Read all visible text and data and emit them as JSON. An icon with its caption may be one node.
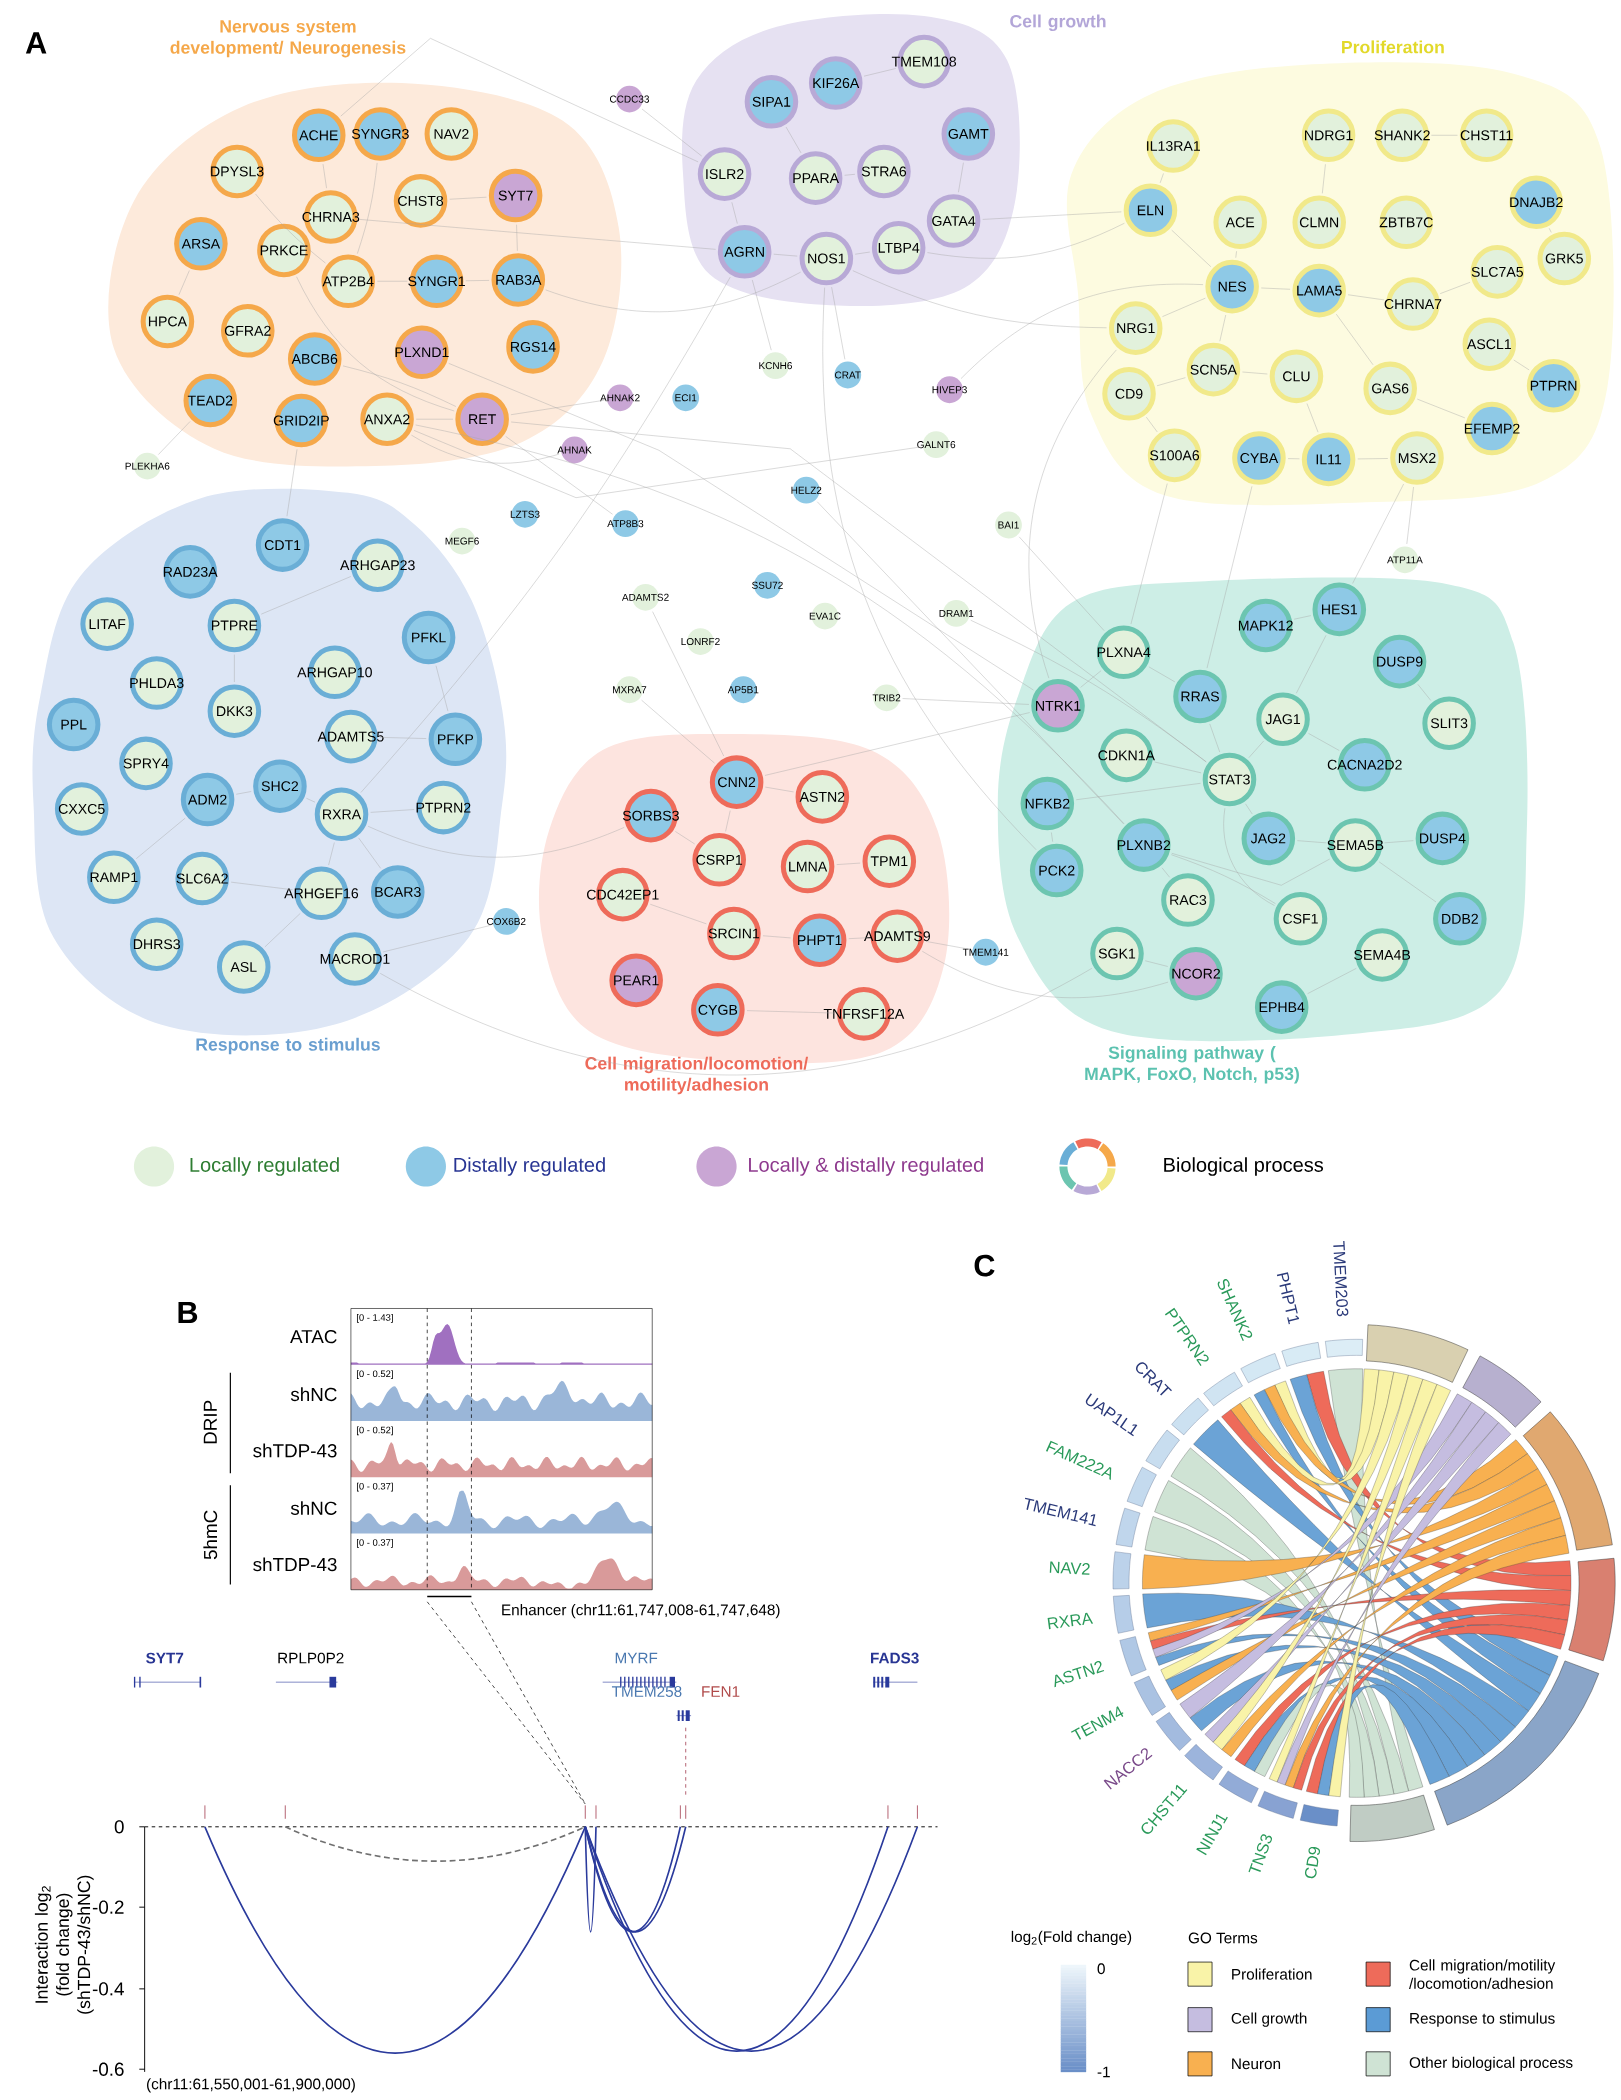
{
  "diagram": {
    "nodes": [
      {
        "text": [
          "Nervous system development/ Neurogenesis"
        ]
      },
      {
        "text": [
          "ACHE"
        ],
        "in": 0
      },
      {
        "text": [
          "SYNGR3"
        ],
        "in": 0
      },
      {
        "text": [
          "NAV2"
        ],
        "in": 0
      },
      {
        "text": [
          "DPYSL3"
        ],
        "in": 0
      },
      {
        "text": [
          "CHST8"
        ],
        "in": 0
      },
      {
        "text": [
          "SYT7"
        ],
        "in": 0
      },
      {
        "text": [
          "CHRNA3"
        ],
        "in": 0
      },
      {
        "text": [
          "ARSA"
        ],
        "in": 0
      },
      {
        "text": [
          "PRKCE"
        ],
        "in": 0
      },
      {
        "text": [
          "ATP2B4"
        ],
        "in": 0
      },
      {
        "text": [
          "SYNGR1"
        ],
        "in": 0
      },
      {
        "text": [
          "RAB3A"
        ],
        "in": 0
      },
      {
        "text": [
          "HPCA"
        ],
        "in": 0
      },
      {
        "text": [
          "GFRA2"
        ],
        "in": 0
      },
      {
        "text": [
          "ABCB6"
        ],
        "in": 0
      },
      {
        "text": [
          "PLXND1"
        ],
        "in": 0
      },
      {
        "text": [
          "RGS14"
        ],
        "in": 0
      },
      {
        "text": [
          "TEAD2"
        ],
        "in": 0
      },
      {
        "text": [
          "GRID2IP"
        ],
        "in": 0
      },
      {
        "text": [
          "ANXA2"
        ],
        "in": 0
      },
      {
        "text": [
          "RET"
        ],
        "in": 0
      },
      {
        "text": [
          "Cell growth"
        ]
      },
      {
        "text": [
          "KIF26A"
        ],
        "in": 22
      },
      {
        "text": [
          "TMEM108"
        ],
        "in": 22
      },
      {
        "text": [
          "SIPA1"
        ],
        "in": 22
      },
      {
        "text": [
          "GAMT"
        ],
        "in": 22
      },
      {
        "text": [
          "ISLR2"
        ],
        "in": 22
      },
      {
        "text": [
          "PPARA"
        ],
        "in": 22
      },
      {
        "text": [
          "STRA6"
        ],
        "in": 22
      },
      {
        "text": [
          "GATA4"
        ],
        "in": 22
      },
      {
        "text": [
          "AGRN"
        ],
        "in": 22
      },
      {
        "text": [
          "NOS1"
        ],
        "in": 22
      },
      {
        "text": [
          "LTBP4"
        ],
        "in": 22
      },
      {
        "text": [
          "Proliferation"
        ]
      },
      {
        "text": [
          "IL13RA1"
        ],
        "in": 34
      },
      {
        "text": [
          "NDRG1"
        ],
        "in": 34
      },
      {
        "text": [
          "SHANK2"
        ],
        "in": 34
      },
      {
        "text": [
          "CHST11"
        ],
        "in": 34
      },
      {
        "text": [
          "DNAJB2"
        ],
        "in": 34
      },
      {
        "text": [
          "ELN"
        ],
        "in": 34
      },
      {
        "text": [
          "ACE"
        ],
        "in": 34
      },
      {
        "text": [
          "CLMN"
        ],
        "in": 34
      },
      {
        "text": [
          "ZBTB7C"
        ],
        "in": 34
      },
      {
        "text": [
          "SLC7A5"
        ],
        "in": 34
      },
      {
        "text": [
          "GRK5"
        ],
        "in": 34
      },
      {
        "text": [
          "NRG1"
        ],
        "in": 34
      },
      {
        "text": [
          "NES"
        ],
        "in": 34
      },
      {
        "text": [
          "LAMA5"
        ],
        "in": 34
      },
      {
        "text": [
          "CHRNA7"
        ],
        "in": 34
      },
      {
        "text": [
          "ASCL1"
        ],
        "in": 34
      },
      {
        "text": [
          "PTPRN"
        ],
        "in": 34
      },
      {
        "text": [
          "CD9"
        ],
        "in": 34
      },
      {
        "text": [
          "SCN5A"
        ],
        "in": 34
      },
      {
        "text": [
          "CLU"
        ],
        "in": 34
      },
      {
        "text": [
          "GAS6"
        ],
        "in": 34
      },
      {
        "text": [
          "EFEMP2"
        ],
        "in": 34
      },
      {
        "text": [
          "S100A6"
        ],
        "in": 34
      },
      {
        "text": [
          "CYBA"
        ],
        "in": 34
      },
      {
        "text": [
          "IL11"
        ],
        "in": 34
      },
      {
        "text": [
          "MSX2"
        ],
        "in": 34
      },
      {
        "text": [
          "CCDC33"
        ]
      },
      {
        "text": [
          "KCNH6"
        ]
      },
      {
        "text": [
          "CRAT"
        ]
      },
      {
        "text": [
          "HIVEP3"
        ]
      },
      {
        "text": [
          "AHNAK2"
        ]
      },
      {
        "text": [
          "ECI1"
        ]
      },
      {
        "text": [
          "PLEKHA6"
        ]
      },
      {
        "text": [
          "AHNAK"
        ]
      },
      {
        "text": [
          "GALNT6"
        ]
      },
      {
        "text": [
          "LZTS3"
        ]
      },
      {
        "text": [
          "ATP8B3"
        ]
      },
      {
        "text": [
          "HELZ2"
        ]
      },
      {
        "text": [
          "BAI1"
        ]
      },
      {
        "text": [
          "MEGF6"
        ]
      },
      {
        "text": [
          "ATP11A"
        ]
      },
      {
        "text": [
          "ADAMTS2"
        ]
      },
      {
        "text": [
          "SSU72"
        ]
      },
      {
        "text": [
          "EVA1C"
        ]
      },
      {
        "text": [
          "DRAM1"
        ]
      },
      {
        "text": [
          "LONRF2"
        ]
      },
      {
        "text": [
          "MXRA7"
        ]
      },
      {
        "text": [
          "AP5B1"
        ]
      },
      {
        "text": [
          "TRIB2"
        ]
      },
      {
        "text": [
          "COX6B2"
        ]
      },
      {
        "text": [
          "TMEM141"
        ]
      },
      {
        "text": [
          "Response to stimulus"
        ]
      },
      {
        "text": [
          "CDT1"
        ],
        "in": 86
      },
      {
        "text": [
          "RAD23A"
        ],
        "in": 86
      },
      {
        "text": [
          "ARHGAP23"
        ],
        "in": 86
      },
      {
        "text": [
          "LITAF"
        ],
        "in": 86
      },
      {
        "text": [
          "PTPRE"
        ],
        "in": 86
      },
      {
        "text": [
          "PHLDA3"
        ],
        "in": 86
      },
      {
        "text": [
          "ARHGAP10"
        ],
        "in": 86
      },
      {
        "text": [
          "PFKL"
        ],
        "in": 86
      },
      {
        "text": [
          "DKK3"
        ],
        "in": 86
      },
      {
        "text": [
          "PPL"
        ],
        "in": 86
      },
      {
        "text": [
          "SPRY4"
        ],
        "in": 86
      },
      {
        "text": [
          "ADAMTS5"
        ],
        "in": 86
      },
      {
        "text": [
          "PFKP"
        ],
        "in": 86
      },
      {
        "text": [
          "SHC2"
        ],
        "in": 86
      },
      {
        "text": [
          "ADM2"
        ],
        "in": 86
      },
      {
        "text": [
          "CXXC5"
        ],
        "in": 86
      },
      {
        "text": [
          "RXRA"
        ],
        "in": 86
      },
      {
        "text": [
          "PTPRN2"
        ],
        "in": 86
      },
      {
        "text": [
          "RAMP1"
        ],
        "in": 86
      },
      {
        "text": [
          "SLC6A2"
        ],
        "in": 86
      },
      {
        "text": [
          "ARHGEF16"
        ],
        "in": 86
      },
      {
        "text": [
          "BCAR3"
        ],
        "in": 86
      },
      {
        "text": [
          "DHRS3"
        ],
        "in": 86
      },
      {
        "text": [
          "ASL"
        ],
        "in": 86
      },
      {
        "text": [
          "MACROD1"
        ],
        "in": 86
      },
      {
        "text": [
          "Cell migration/locomotion/ motility/adhesion"
        ]
      },
      {
        "text": [
          "CNN2"
        ],
        "in": 112
      },
      {
        "text": [
          "ASTN2"
        ],
        "in": 112
      },
      {
        "text": [
          "SORBS3"
        ],
        "in": 112
      },
      {
        "text": [
          "CSRP1"
        ],
        "in": 112
      },
      {
        "text": [
          "LMNA"
        ],
        "in": 112
      },
      {
        "text": [
          "TPM1"
        ],
        "in": 112
      },
      {
        "text": [
          "CDC42EP1"
        ],
        "in": 112
      },
      {
        "text": [
          "SRCIN1"
        ],
        "in": 112
      },
      {
        "text": [
          "PHPT1"
        ],
        "in": 112
      },
      {
        "text": [
          "ADAMTS9"
        ],
        "in": 112
      },
      {
        "text": [
          "PEAR1"
        ],
        "in": 112
      },
      {
        "text": [
          "CYGB"
        ],
        "in": 112
      },
      {
        "text": [
          "TNFRSF12A"
        ],
        "in": 112
      },
      {
        "text": [
          "Signaling pathway ( MAPK, FoxO, Notch, p53)"
        ]
      },
      {
        "text": [
          "MAPK12"
        ],
        "in": 126
      },
      {
        "text": [
          "HES1"
        ],
        "in": 126
      },
      {
        "text": [
          "PLXNA4"
        ],
        "in": 126
      },
      {
        "text": [
          "DUSP9"
        ],
        "in": 126
      },
      {
        "text": [
          "RRAS"
        ],
        "in": 126
      },
      {
        "text": [
          "NTRK1"
        ],
        "in": 126
      },
      {
        "text": [
          "JAG1"
        ],
        "in": 126
      },
      {
        "text": [
          "CDKN1A"
        ],
        "in": 126
      },
      {
        "text": [
          "SLIT3"
        ],
        "in": 126
      },
      {
        "text": [
          "CACNA2D2"
        ],
        "in": 126
      },
      {
        "text": [
          "STAT3"
        ],
        "in": 126
      },
      {
        "text": [
          "NFKB2"
        ],
        "in": 126
      },
      {
        "text": [
          "JAG2"
        ],
        "in": 126
      },
      {
        "text": [
          "SEMA5B"
        ],
        "in": 126
      },
      {
        "text": [
          "DUSP4"
        ],
        "in": 126
      },
      {
        "text": [
          "PLXNB2"
        ],
        "in": 126
      },
      {
        "text": [
          "PCK2"
        ],
        "in": 126
      },
      {
        "text": [
          "RAC3"
        ],
        "in": 126
      },
      {
        "text": [
          "CSF1"
        ],
        "in": 126
      },
      {
        "text": [
          "DDB2"
        ],
        "in": 126
      },
      {
        "text": [
          "SGK1"
        ],
        "in": 126
      },
      {
        "text": [
          "SEMA4B"
        ],
        "in": 126
      },
      {
        "text": [
          "NCOR2"
        ],
        "in": 126
      },
      {
        "text": [
          "EPHB4"
        ],
        "in": 126
      }
    ],
    "edges": [
      {
        "from": 8,
        "to": 13,
        "arrow": "none"
      },
      {
        "from": 1,
        "to": 7,
        "arrow": "none"
      },
      {
        "from": 2,
        "to": 10,
        "arrow": "none"
      },
      {
        "from": 4,
        "to": 10,
        "arrow": "none"
      },
      {
        "from": 10,
        "to": 11,
        "arrow": "none"
      },
      {
        "from": 11,
        "to": 12,
        "arrow": "none"
      },
      {
        "from": 6,
        "to": 12,
        "arrow": "none"
      },
      {
        "from": 5,
        "to": 6,
        "arrow": "none"
      },
      {
        "from": 7,
        "to": 31,
        "arrow": "none"
      },
      {
        "from": 12,
        "to": 32,
        "arrow": "none"
      },
      {
        "from": 9,
        "to": 21,
        "arrow": "none"
      },
      {
        "from": 15,
        "to": 21,
        "arrow": "none"
      },
      {
        "from": 18,
        "to": 67,
        "arrow": "none"
      },
      {
        "from": 19,
        "to": 87,
        "arrow": "none"
      },
      {
        "from": 20,
        "to": 21,
        "arrow": "none"
      },
      {
        "from": 21,
        "to": 65,
        "arrow": "none"
      },
      {
        "from": 20,
        "to": 68,
        "arrow": "none"
      },
      {
        "from": 61,
        "to": 27,
        "arrow": "none"
      },
      {
        "from": 1,
        "to": 27,
        "arrow": "none"
      },
      {
        "from": 16,
        "to": 132,
        "arrow": "none"
      },
      {
        "from": 21,
        "to": 137,
        "arrow": "none"
      },
      {
        "from": 20,
        "to": 142,
        "arrow": "none"
      },
      {
        "from": 25,
        "to": 28,
        "arrow": "none"
      },
      {
        "from": 28,
        "to": 29,
        "arrow": "none"
      },
      {
        "from": 27,
        "to": 31,
        "arrow": "none"
      },
      {
        "from": 31,
        "to": 32,
        "arrow": "none"
      },
      {
        "from": 32,
        "to": 33,
        "arrow": "none"
      },
      {
        "from": 23,
        "to": 24,
        "arrow": "none"
      },
      {
        "from": 30,
        "to": 26,
        "arrow": "none"
      },
      {
        "from": 32,
        "to": 46,
        "arrow": "none"
      },
      {
        "from": 32,
        "to": 143,
        "arrow": "none"
      },
      {
        "from": 31,
        "to": 103,
        "arrow": "none"
      },
      {
        "from": 33,
        "to": 40,
        "arrow": "none"
      },
      {
        "from": 30,
        "to": 40,
        "arrow": "none"
      },
      {
        "from": 35,
        "to": 40,
        "arrow": "none"
      },
      {
        "from": 40,
        "to": 47,
        "arrow": "none"
      },
      {
        "from": 41,
        "to": 47,
        "arrow": "none"
      },
      {
        "from": 47,
        "to": 48,
        "arrow": "none"
      },
      {
        "from": 46,
        "to": 47,
        "arrow": "none"
      },
      {
        "from": 47,
        "to": 53,
        "arrow": "none"
      },
      {
        "from": 53,
        "to": 54,
        "arrow": "none"
      },
      {
        "from": 48,
        "to": 49,
        "arrow": "none"
      },
      {
        "from": 48,
        "to": 55,
        "arrow": "none"
      },
      {
        "from": 55,
        "to": 56,
        "arrow": "none"
      },
      {
        "from": 50,
        "to": 51,
        "arrow": "none"
      },
      {
        "from": 39,
        "to": 45,
        "arrow": "none"
      },
      {
        "from": 37,
        "to": 38,
        "arrow": "none"
      },
      {
        "from": 36,
        "to": 42,
        "arrow": "none"
      },
      {
        "from": 52,
        "to": 57,
        "arrow": "none"
      },
      {
        "from": 58,
        "to": 59,
        "arrow": "none"
      },
      {
        "from": 59,
        "to": 60,
        "arrow": "none"
      },
      {
        "from": 44,
        "to": 49,
        "arrow": "none"
      },
      {
        "from": 52,
        "to": 53,
        "arrow": "none"
      },
      {
        "from": 54,
        "to": 59,
        "arrow": "none"
      },
      {
        "from": 60,
        "to": 128,
        "arrow": "none"
      },
      {
        "from": 58,
        "to": 131,
        "arrow": "none"
      },
      {
        "from": 46,
        "to": 132,
        "arrow": "none"
      },
      {
        "from": 57,
        "to": 129,
        "arrow": "none"
      },
      {
        "from": 60,
        "to": 75,
        "arrow": "none"
      },
      {
        "from": 73,
        "to": 129,
        "arrow": "none"
      },
      {
        "from": 91,
        "to": 95,
        "arrow": "none"
      },
      {
        "from": 91,
        "to": 89,
        "arrow": "none"
      },
      {
        "from": 94,
        "to": 99,
        "arrow": "none"
      },
      {
        "from": 98,
        "to": 99,
        "arrow": "none"
      },
      {
        "from": 100,
        "to": 101,
        "arrow": "none"
      },
      {
        "from": 100,
        "to": 103,
        "arrow": "none"
      },
      {
        "from": 103,
        "to": 107,
        "arrow": "none"
      },
      {
        "from": 103,
        "to": 108,
        "arrow": "none"
      },
      {
        "from": 105,
        "to": 101,
        "arrow": "none"
      },
      {
        "from": 107,
        "to": 110,
        "arrow": "none"
      },
      {
        "from": 107,
        "to": 106,
        "arrow": "none"
      },
      {
        "from": 103,
        "to": 104,
        "arrow": "none"
      },
      {
        "from": 111,
        "to": 84,
        "arrow": "none"
      },
      {
        "from": 111,
        "to": 147,
        "arrow": "none"
      },
      {
        "from": 113,
        "to": 114,
        "arrow": "none"
      },
      {
        "from": 113,
        "to": 116,
        "arrow": "none"
      },
      {
        "from": 117,
        "to": 118,
        "arrow": "none"
      },
      {
        "from": 115,
        "to": 116,
        "arrow": "none"
      },
      {
        "from": 120,
        "to": 121,
        "arrow": "none"
      },
      {
        "from": 121,
        "to": 122,
        "arrow": "none"
      },
      {
        "from": 119,
        "to": 120,
        "arrow": "none"
      },
      {
        "from": 124,
        "to": 125,
        "arrow": "none"
      },
      {
        "from": 122,
        "to": 85,
        "arrow": "none"
      },
      {
        "from": 113,
        "to": 132,
        "arrow": "none"
      },
      {
        "from": 122,
        "to": 149,
        "arrow": "none"
      },
      {
        "from": 115,
        "to": 103,
        "arrow": "none"
      },
      {
        "from": 127,
        "to": 128,
        "arrow": "none"
      },
      {
        "from": 128,
        "to": 133,
        "arrow": "none"
      },
      {
        "from": 133,
        "to": 137,
        "arrow": "none"
      },
      {
        "from": 137,
        "to": 134,
        "arrow": "none"
      },
      {
        "from": 132,
        "to": 129,
        "arrow": "none"
      },
      {
        "from": 129,
        "to": 131,
        "arrow": "none"
      },
      {
        "from": 131,
        "to": 137,
        "arrow": "none"
      },
      {
        "from": 137,
        "to": 138,
        "arrow": "none"
      },
      {
        "from": 137,
        "to": 139,
        "arrow": "none"
      },
      {
        "from": 139,
        "to": 140,
        "arrow": "none"
      },
      {
        "from": 142,
        "to": 140,
        "arrow": "none"
      },
      {
        "from": 130,
        "to": 135,
        "arrow": "none"
      },
      {
        "from": 145,
        "to": 142,
        "arrow": "none"
      },
      {
        "from": 144,
        "to": 142,
        "arrow": "none"
      },
      {
        "from": 147,
        "to": 149,
        "arrow": "none"
      },
      {
        "from": 150,
        "to": 148,
        "arrow": "none"
      },
      {
        "from": 143,
        "to": 138,
        "arrow": "none"
      },
      {
        "from": 141,
        "to": 140,
        "arrow": "none"
      },
      {
        "from": 136,
        "to": 133,
        "arrow": "none"
      },
      {
        "from": 146,
        "to": 140,
        "arrow": "none"
      },
      {
        "from": 137,
        "to": 145,
        "arrow": "none"
      },
      {
        "from": 83,
        "to": 132,
        "arrow": "none"
      },
      {
        "from": 79,
        "to": 137,
        "arrow": "none"
      },
      {
        "from": 63,
        "to": 32,
        "arrow": "none"
      },
      {
        "from": 64,
        "to": 47,
        "arrow": "none"
      },
      {
        "from": 69,
        "to": 20,
        "arrow": "none"
      },
      {
        "from": 81,
        "to": 113,
        "arrow": "none"
      },
      {
        "from": 76,
        "to": 113,
        "arrow": "none"
      },
      {
        "from": 72,
        "to": 142,
        "arrow": "none"
      },
      {
        "from": 71,
        "to": 21,
        "arrow": "none"
      },
      {
        "from": 62,
        "to": 31,
        "arrow": "none"
      }
    ],
    "labels": [
      "A",
      "B",
      "[0 - 1.43]",
      "ATAC",
      "[0 - 0.52]",
      "shNC",
      "DRIP",
      "[0 - 0.52]",
      "shTDP-43",
      "[0 - 0.37]",
      "shNC",
      "5hmC",
      "[0 - 0.37]",
      "shTDP-43",
      "Enhancer (chr11:61,747,008-61,747,648)",
      "SYT7",
      "RPLP0P2",
      "MYRF",
      "FADS3",
      "TMEM258",
      "FEN1",
      "0",
      "Interaction log$_{2}$ (fold change) (shTDP-43/shNC)",
      "-0.2",
      "-0.4",
      "-0.6",
      "(chr11:61,550,001-61,900,000)",
      "C",
      "PTPRN2",
      "SHANK2",
      "PHPT1",
      "TMEM203",
      "CRAT",
      "UAP1L1",
      "FAM222A",
      "TMEM141",
      "NAV2",
      "RXRA",
      "ASTN2",
      "TENM4",
      "NACC2",
      "CHST11",
      "NINJ1",
      "TNS3",
      "CD9",
      "log$_{2}$(Fold change)",
      "0",
      "-1",
      "GO Terms"
    ],
    "legend": [
      {
        "text": "Locally regulated",
        "color": "#e2f1dc"
      },
      {
        "text": "Distally regulated",
        "color": "#8ec9e6"
      },
      {
        "text": "Locally & distally regulated",
        "color": "#c9a6d4"
      },
      {
        "text": "Biological process"
      },
      {
        "text": "Proliferation",
        "color": "#f9f3a8"
      },
      {
        "text": "Cell growth",
        "color": "#c5bde0"
      },
      {
        "text": "Neuron",
        "color": "#f8b050"
      },
      {
        "text": "Cell migration/motility /locomotion/adhesion",
        "color": "#ee6b5a"
      },
      {
        "text": "Response to stimulus",
        "color": "#5b9bd5"
      },
      {
        "text": "Other biological process",
        "color": "#cfe3d4"
      }
    ]
  }
}
